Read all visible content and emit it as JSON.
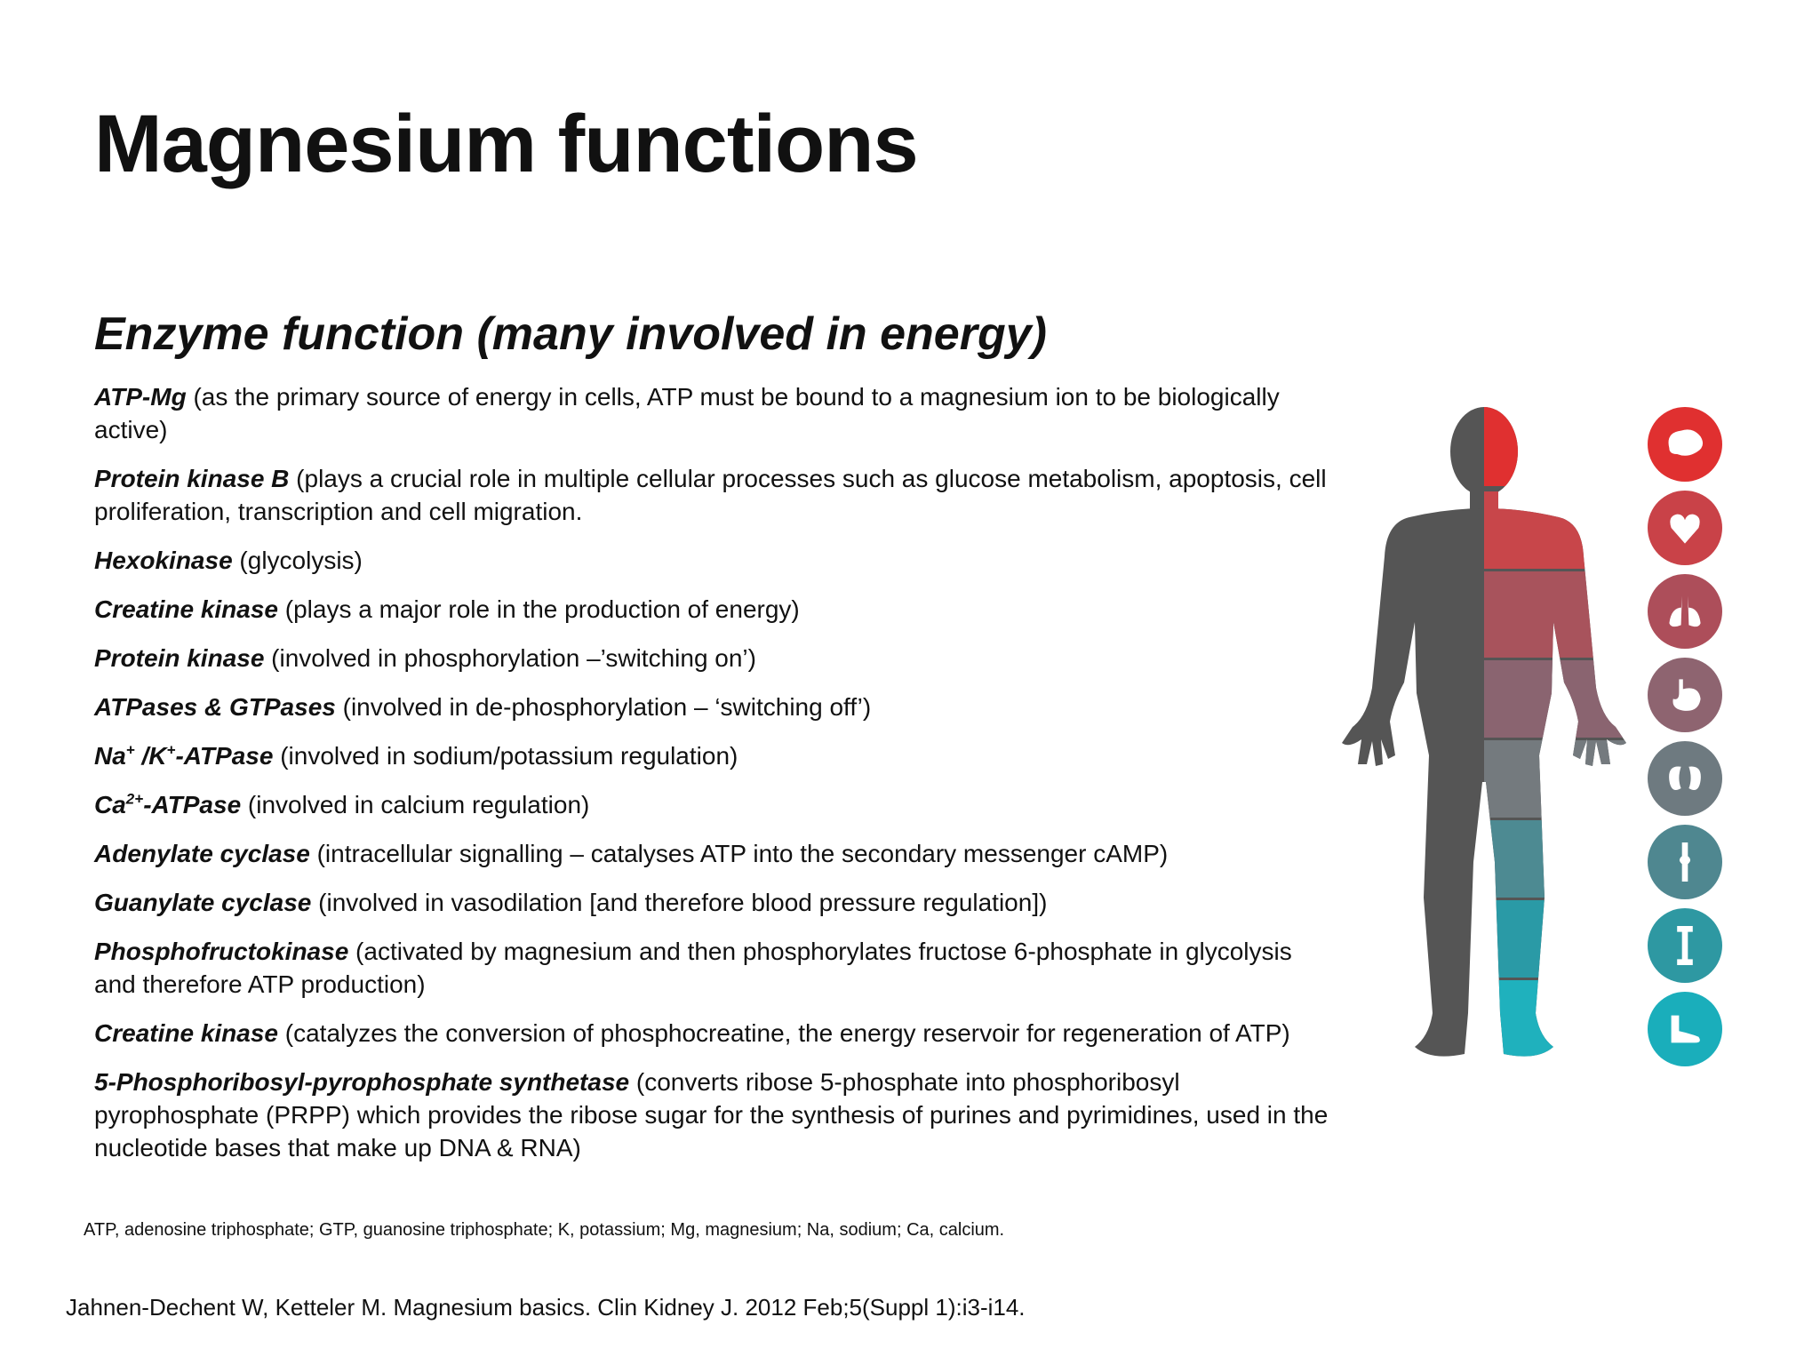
{
  "slide": {
    "title": "Magnesium functions",
    "subtitle": "Enzyme function (many involved in energy)",
    "items": [
      {
        "term": "ATP-Mg",
        "desc": "  (as the primary source of energy in cells, ATP must be bound to a magnesium ion to be biologically active)"
      },
      {
        "term": "Protein kinase B",
        "desc": " (plays a crucial role in multiple cellular processes such as glucose metabolism, apoptosis, cell proliferation, transcription and cell migration."
      },
      {
        "term": "Hexokinase",
        "desc": " (glycolysis)"
      },
      {
        "term": "Creatine kinase",
        "desc": " (plays a major role in the production of energy)"
      },
      {
        "term": "Protein kinase",
        "desc": " (involved in phosphorylation –’switching on’)"
      },
      {
        "term": "ATPases  & GTPases",
        "desc": "  (involved in de-phosphorylation – ‘switching off’)"
      },
      {
        "term_parts": [
          "Na",
          "+",
          " /K",
          "+",
          "-ATPase"
        ],
        "desc": " (involved in sodium/potassium regulation)"
      },
      {
        "term_parts": [
          "Ca",
          "2+",
          "-ATPase"
        ],
        "desc": " (involved in calcium regulation)"
      },
      {
        "term": "Adenylate cyclase",
        "desc": " (intracellular signalling – catalyses ATP  into the secondary messenger cAMP)"
      },
      {
        "term": "Guanylate cyclase",
        "desc": " (involved in vasodilation [and therefore blood pressure regulation])"
      },
      {
        "term": "Phosphofructokinase",
        "desc": " (activated by magnesium  and then phosphorylates fructose 6-phosphate in glycolysis and therefore ATP production)"
      },
      {
        "term": "Creatine kinase",
        "desc": " (catalyzes the conversion of phosphocreatine, the energy reservoir for regeneration of ATP)"
      },
      {
        "term": "5-Phosphoribosyl-pyrophosphate synthetase",
        "desc": " (converts ribose 5-phosphate into phosphoribosyl pyrophosphate (PRPP) which provides the ribose sugar for the synthesis of purines and pyrimidines, used in the nucleotide bases that make up DNA & RNA)"
      }
    ],
    "abbreviations": "ATP, adenosine triphosphate; GTP, guanosine triphosphate; K, potassium; Mg, magnesium; Na, sodium; Ca, calcium.",
    "citation": "Jahnen-Dechent W, Ketteler M. Magnesium basics. Clin Kidney J. 2012 Feb;5(Suppl 1):i3-i14."
  },
  "figure": {
    "body_left_color": "#555555",
    "body_segment_colors": [
      "#e03030",
      "#c8464a",
      "#a8535c",
      "#8a6470",
      "#747a7e",
      "#4d8a92",
      "#2a9aa6",
      "#1fb1bd"
    ],
    "organ_icons": [
      {
        "name": "brain-icon",
        "color": "#e03030"
      },
      {
        "name": "heart-icon",
        "color": "#c94248"
      },
      {
        "name": "lungs-icon",
        "color": "#ad4e5a"
      },
      {
        "name": "stomach-icon",
        "color": "#8e6470"
      },
      {
        "name": "kidneys-icon",
        "color": "#6e7a80"
      },
      {
        "name": "joint-icon",
        "color": "#4f8790"
      },
      {
        "name": "bone-icon",
        "color": "#2e98a2"
      },
      {
        "name": "foot-icon",
        "color": "#1aaebb"
      }
    ]
  }
}
